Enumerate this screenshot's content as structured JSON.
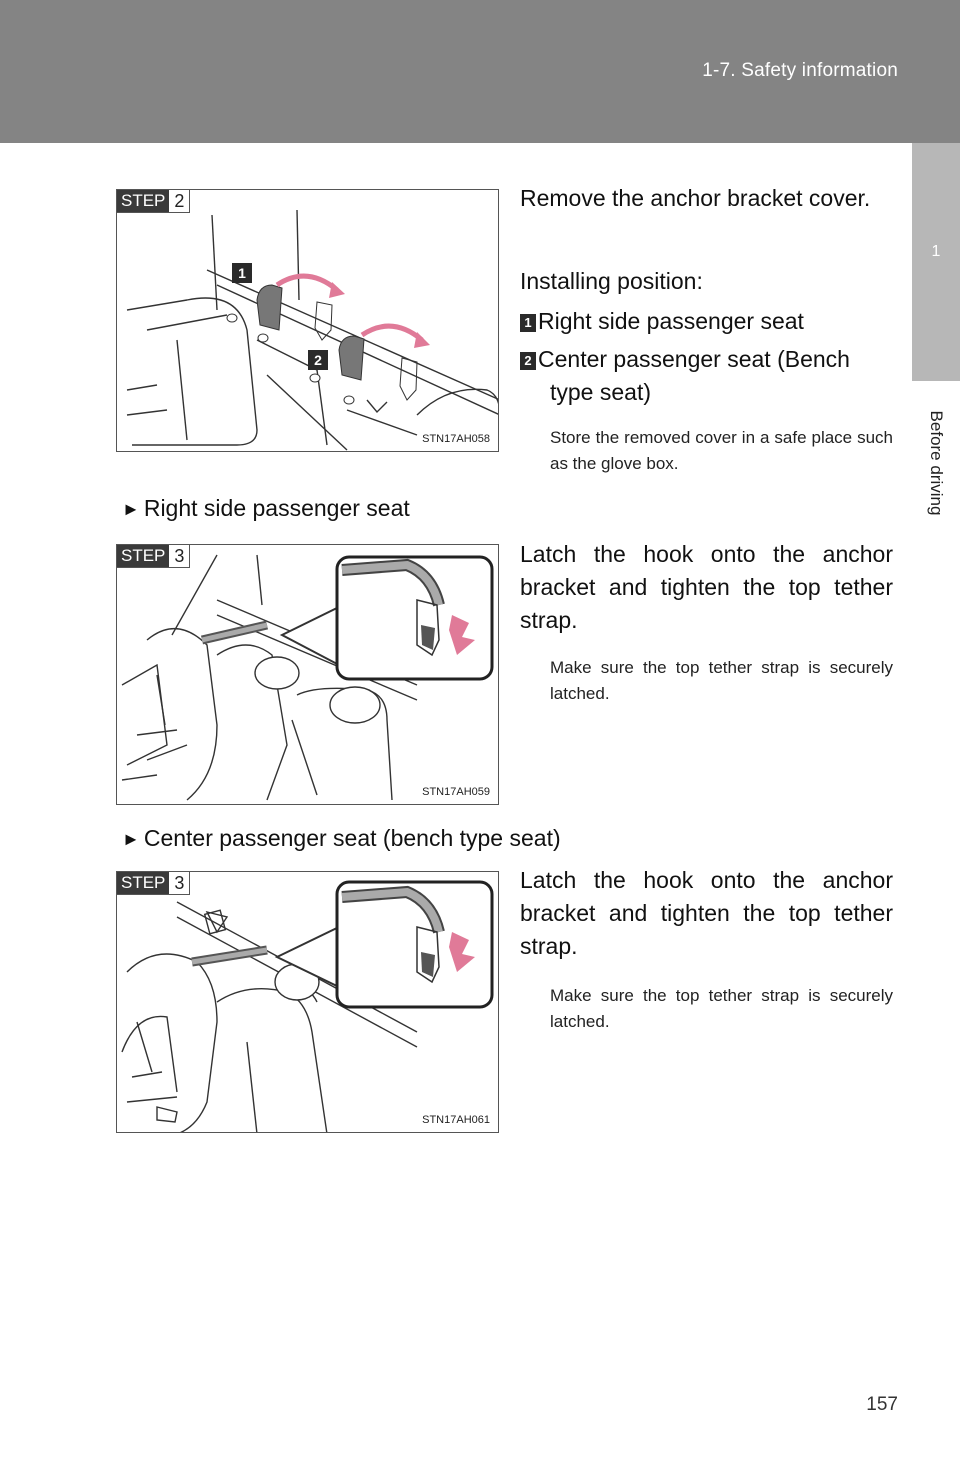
{
  "header": {
    "section_title": "1-7. Safety information"
  },
  "side_tab": {
    "chapter_number": "1",
    "chapter_label": "Before driving"
  },
  "page_number": "157",
  "step2": {
    "badge_word": "STEP",
    "badge_number": "2",
    "figure_code": "STN17AH058",
    "callout_1": "1",
    "callout_2": "2",
    "instruction": "Remove the anchor bracket cover.",
    "installing_label": "Installing position:",
    "positions": [
      {
        "number": "1",
        "text": "Right side passenger seat"
      },
      {
        "number": "2",
        "text": "Center passenger seat (Bench",
        "text_cont": "type seat)"
      }
    ],
    "note": "Store the removed cover in a safe place such as the glove box."
  },
  "right_side": {
    "heading_marker": "►",
    "heading": "Right side passenger seat",
    "badge_word": "STEP",
    "badge_number": "3",
    "figure_code": "STN17AH059",
    "instruction": "Latch the hook onto the anchor bracket and tighten the top tether strap.",
    "note": "Make sure the top tether strap is securely latched."
  },
  "center": {
    "heading_marker": "►",
    "heading": "Center passenger seat (bench type seat)",
    "badge_word": "STEP",
    "badge_number": "3",
    "figure_code": "STN17AH061",
    "instruction": "Latch the hook onto the anchor bracket and tighten the top tether strap.",
    "note": "Make sure the top tether strap is securely latched."
  }
}
